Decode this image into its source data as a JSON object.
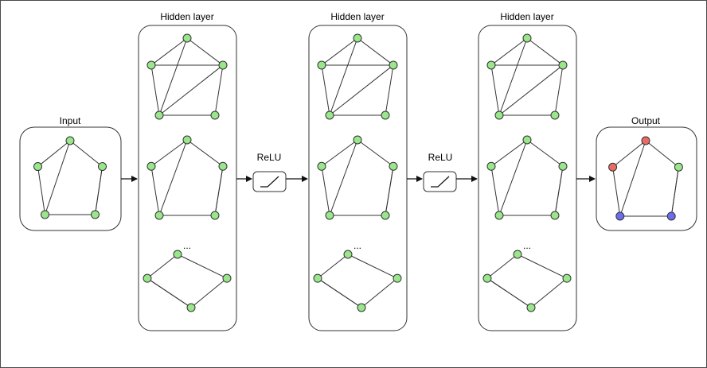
{
  "labels": {
    "input": "Input",
    "hidden_1": "Hidden layer",
    "hidden_2": "Hidden layer",
    "hidden_3": "Hidden layer",
    "relu_1": "ReLU",
    "relu_2": "ReLU",
    "output": "Output",
    "ellipsis": "..."
  },
  "colors": {
    "node_green": "#99e68b",
    "node_red": "#ea6b66",
    "node_blue": "#6c6cf0",
    "stroke": "#333333"
  },
  "graphs": {
    "pentagon_1": {
      "edges": [
        [
          0,
          1
        ],
        [
          1,
          2
        ],
        [
          2,
          3
        ],
        [
          3,
          4
        ],
        [
          4,
          0
        ],
        [
          0,
          3
        ],
        [
          1,
          3
        ],
        [
          1,
          4
        ],
        [
          2,
          3
        ]
      ],
      "node_colors": [
        "green",
        "green",
        "green",
        "green",
        "green"
      ]
    },
    "pentagon_input": {
      "edges": [
        [
          0,
          1
        ],
        [
          1,
          2
        ],
        [
          2,
          3
        ],
        [
          3,
          4
        ],
        [
          4,
          0
        ],
        [
          0,
          3
        ],
        [
          1,
          2
        ]
      ],
      "node_colors": [
        "green",
        "green",
        "green",
        "green",
        "green"
      ]
    },
    "diamond": {
      "edges": [
        [
          0,
          1
        ],
        [
          1,
          2
        ],
        [
          2,
          3
        ],
        [
          3,
          0
        ],
        [
          0,
          3
        ]
      ],
      "node_colors": [
        "green",
        "green",
        "green",
        "green"
      ]
    },
    "pentagon_output": {
      "edges": [
        [
          0,
          1
        ],
        [
          1,
          2
        ],
        [
          2,
          3
        ],
        [
          3,
          4
        ],
        [
          4,
          0
        ],
        [
          0,
          3
        ],
        [
          1,
          2
        ]
      ],
      "node_colors": [
        "red",
        "green",
        "blue",
        "blue",
        "red"
      ]
    }
  }
}
